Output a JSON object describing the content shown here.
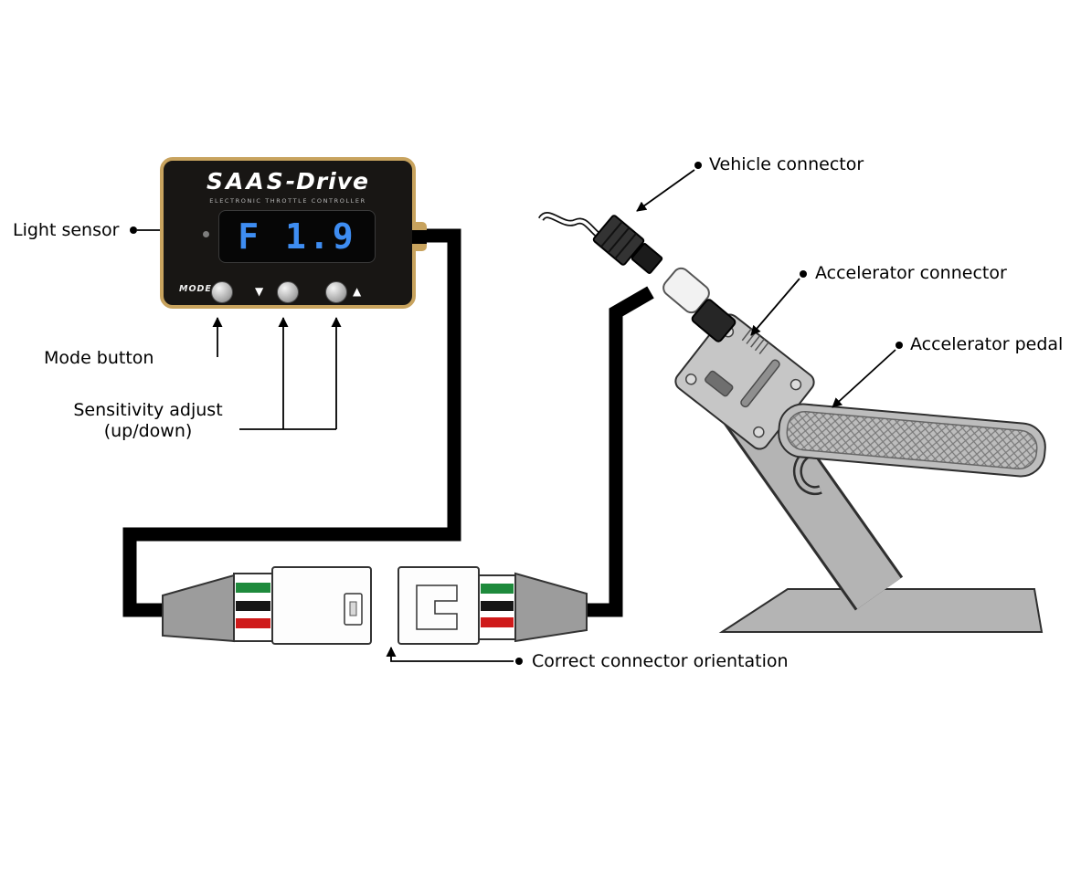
{
  "page": {
    "background": "#ffffff"
  },
  "device": {
    "brand": "SAAS",
    "brand_suffix": "-Drive",
    "subtitle": "ELECTRONIC THROTTLE CONTROLLER",
    "display_value": "F 1.9",
    "mode_button_label": "MODE",
    "down_arrow_glyph": "▼",
    "up_arrow_glyph": "▲",
    "colors": {
      "bezel": "#c8a35e",
      "body": "#181614",
      "display_text": "#3e8df2"
    }
  },
  "callouts": {
    "light_sensor": "Light sensor",
    "mode_button": "Mode button",
    "sensitivity_adjust_line1": "Sensitivity adjust",
    "sensitivity_adjust_line2": "(up/down)",
    "vehicle_connector": "Vehicle connector",
    "accelerator_connector": "Accelerator connector",
    "accelerator_pedal": "Accelerator pedal",
    "connector_orientation": "Correct connector orientation"
  },
  "connector_wire_colors": [
    "#1e8a3c",
    "#161616",
    "#cf1a1a"
  ]
}
